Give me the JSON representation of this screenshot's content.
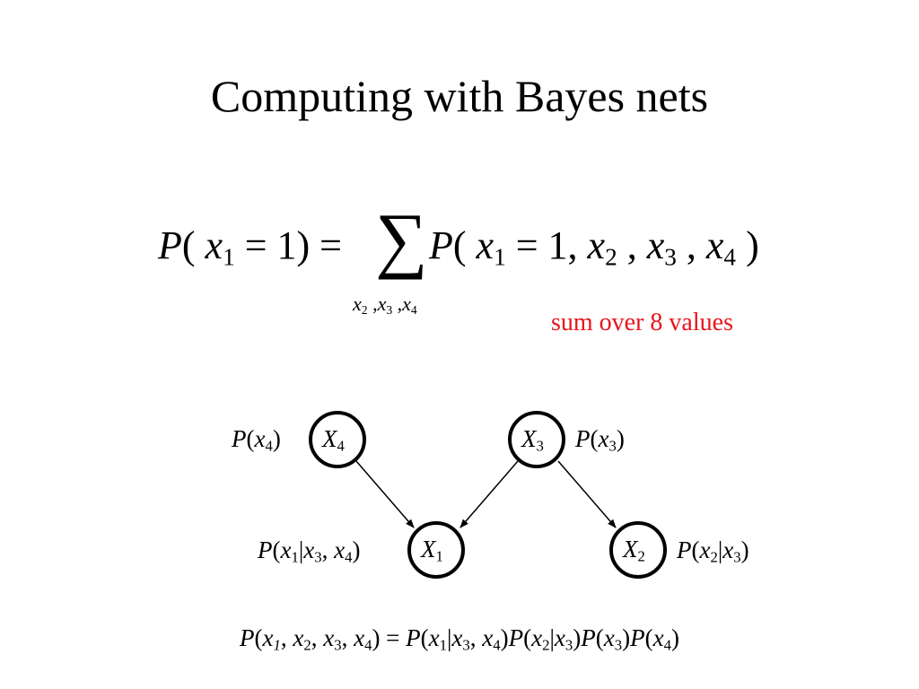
{
  "slide": {
    "title": "Computing with Bayes nets",
    "note": "sum over 8 values",
    "note_color": "#e8141c"
  },
  "equation": {
    "lhs": "P(x1 = 1) =",
    "rhs": "P(x1 = 1, x2, x3, x4)",
    "sum_index": "x2, x3, x4"
  },
  "diagram": {
    "nodes": [
      {
        "id": "X4",
        "label": "X",
        "sub": "4",
        "prob": "P(x4)"
      },
      {
        "id": "X3",
        "label": "X",
        "sub": "3",
        "prob": "P(x3)"
      },
      {
        "id": "X1",
        "label": "X",
        "sub": "1",
        "prob": "P(x1|x3, x4)"
      },
      {
        "id": "X2",
        "label": "X",
        "sub": "2",
        "prob": "P(x2|x3)"
      }
    ],
    "edges": [
      {
        "from": "X4",
        "to": "X1"
      },
      {
        "from": "X3",
        "to": "X1"
      },
      {
        "from": "X3",
        "to": "X2"
      }
    ]
  },
  "factorization": "P(x1, x2, x3, x4) = P(x1|x3, x4)P(x2|x3)P(x3)P(x4)"
}
